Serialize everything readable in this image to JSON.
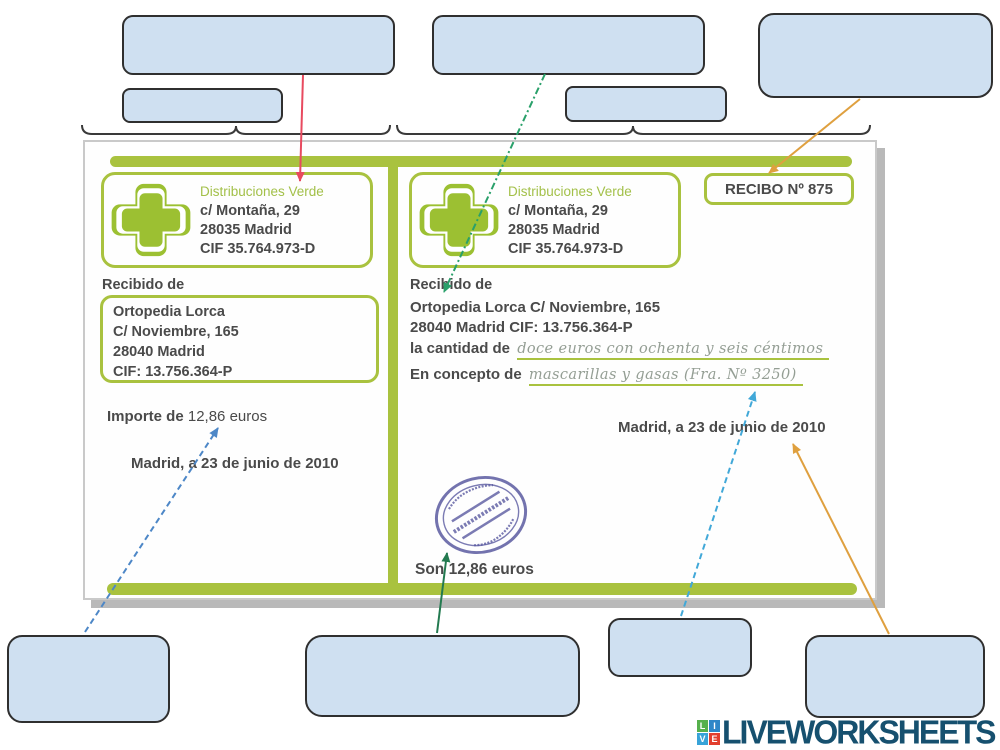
{
  "company": {
    "name": "Distribuciones Verde",
    "address": "c/ Montaña, 29",
    "city": "28035 Madrid",
    "cif": "CIF 35.764.973-D"
  },
  "left": {
    "recibido_label": "Recibido de",
    "payer_lines": [
      "Ortopedia Lorca",
      "C/ Noviembre, 165",
      "28040 Madrid",
      "CIF: 13.756.364-P"
    ],
    "importe_label": "Importe de",
    "importe_value": "12,86 euros",
    "date": "Madrid, a 23 de junio de 2010"
  },
  "right": {
    "recibo_number": "RECIBO Nº 875",
    "recibido_label": "Recibido de",
    "payer_line1": "Ortopedia Lorca C/ Noviembre, 165",
    "payer_line2": "28040 Madrid CIF: 13.756.364-P",
    "cantidad_label": "la cantidad de",
    "cantidad_value": "doce euros con ochenta y seis céntimos",
    "concepto_label": "En concepto de",
    "concepto_value": "mascarillas y gasas (Fra. Nº 3250)",
    "date": "Madrid, a 23 de junio de 2010",
    "son_label": "Son",
    "son_value": "12,86 euros"
  },
  "footer": {
    "brand": "LIVEWORKSHEETS",
    "icon_letters": [
      "L",
      "I",
      "V",
      "E"
    ]
  },
  "colors": {
    "receipt_green": "#a9c23f",
    "box_fill": "#cfe0f1",
    "arrow_red": "#e84a5f",
    "arrow_teal": "#29a06a",
    "arrow_orange": "#dfa03f",
    "arrow_blue": "#4d87c7",
    "arrow_dark_green": "#237a50",
    "arrow_light_blue": "#41a8d8",
    "stamp_blue": "#5a5aa0"
  }
}
